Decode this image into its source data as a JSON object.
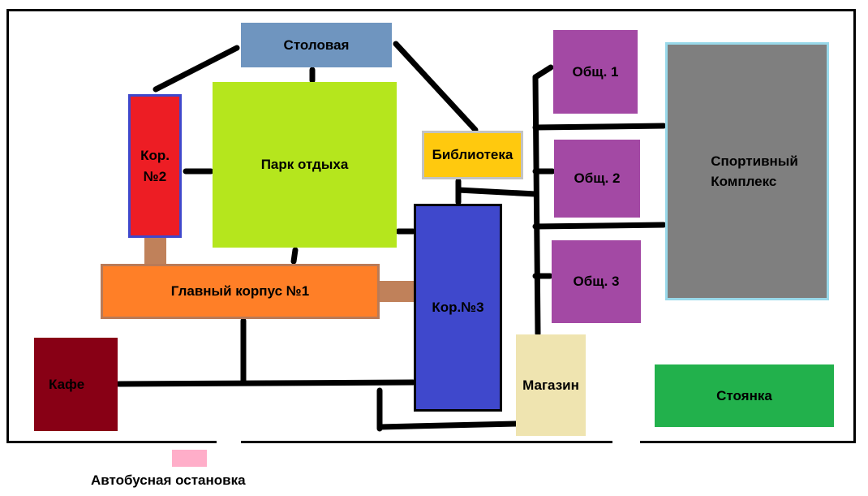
{
  "map": {
    "buildings": {
      "canteen": {
        "label": "Столовая",
        "color": "#6f95bf"
      },
      "corp2": {
        "label": "Кор.\n№2",
        "color": "#ed1d24"
      },
      "park": {
        "label": "Парк отдыха",
        "color": "#b5e61d"
      },
      "library": {
        "label": "Библиотека",
        "color": "#ffc90e"
      },
      "dorm1": {
        "label": "Общ. 1",
        "color": "#a349a4"
      },
      "dorm2": {
        "label": "Общ. 2",
        "color": "#a349a4"
      },
      "dorm3": {
        "label": "Общ. 3",
        "color": "#a349a4"
      },
      "sports": {
        "label": "Спортивный\nКомплекс",
        "color": "#7f7f7f"
      },
      "main": {
        "label": "Главный корпус №1",
        "color": "#ff7f27"
      },
      "corp3": {
        "label": "Кор.№3",
        "color": "#3f48cc"
      },
      "cafe": {
        "label": "Кафе",
        "color": "#880015"
      },
      "shop": {
        "label": "Магазин",
        "color": "#efe4b0"
      },
      "parking": {
        "label": "Стоянка",
        "color": "#22b14c"
      }
    },
    "bus_stop": {
      "label": "Автобусная остановка",
      "color": "#ffaec9"
    }
  }
}
